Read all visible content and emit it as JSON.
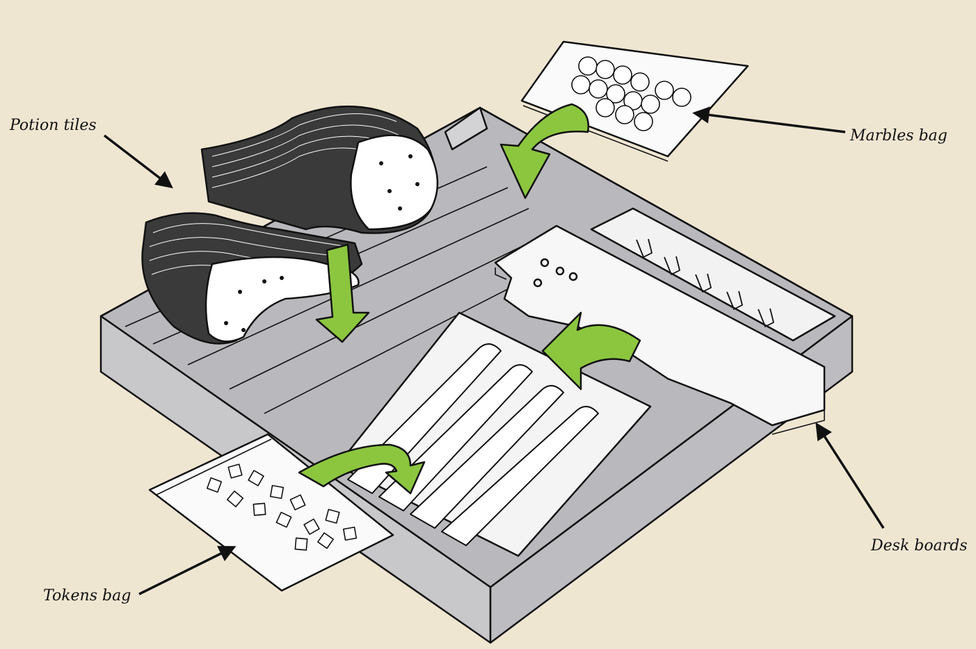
{
  "colors": {
    "background": "#efe6d2",
    "box": "#c6c5c8",
    "box_inner": "#b8b7bb",
    "ink": "#111111",
    "arrow_green": "#8cc63f",
    "paper": "#ffffff"
  },
  "labels": {
    "potion_tiles": "Potion tiles",
    "marbles_bag": "Marbles bag",
    "desk_boards": "Desk boards",
    "tokens_bag": "Tokens bag"
  },
  "icons": {
    "box": "game-box-insert-icon",
    "potion_tiles": "potion-tile-stacks-icon",
    "marbles_bag": "marbles-bag-icon",
    "tokens_bag": "tokens-bag-icon",
    "desk_boards": "desk-boards-icon",
    "green_arrow": "green-curved-arrow-icon",
    "pointer_arrow": "black-pointer-arrow-icon"
  }
}
